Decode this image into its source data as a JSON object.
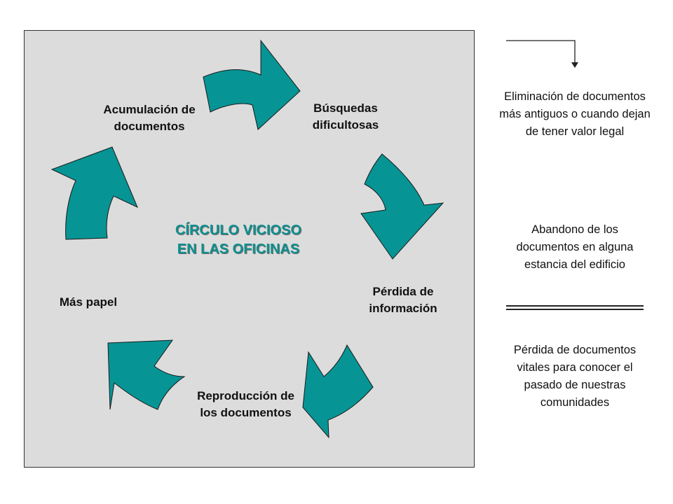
{
  "diagram": {
    "center_label": "CÍRCULO VICIOSO EN LAS OFICINAS",
    "nodes": {
      "busquedas": "Búsquedas dificultosas",
      "perdida_info": "Pérdida de información",
      "reproduccion": "Reproducción de los documentos",
      "mas_papel": "Más papel",
      "acumulacion": "Acumulación de documentos"
    },
    "colors": {
      "arrow_fill": "#079494",
      "panel_bg": "#dcdcdc",
      "center_text": "#0e8f8f"
    }
  },
  "side_notes": {
    "eliminacion": "Eliminación de documentos más antiguos o cuando dejan de tener valor legal",
    "abandono": "Abandono de los documentos en alguna estancia del edificio",
    "perdida_vitales": "Pérdida de documentos vitales para conocer el pasado de nuestras comunidades"
  }
}
